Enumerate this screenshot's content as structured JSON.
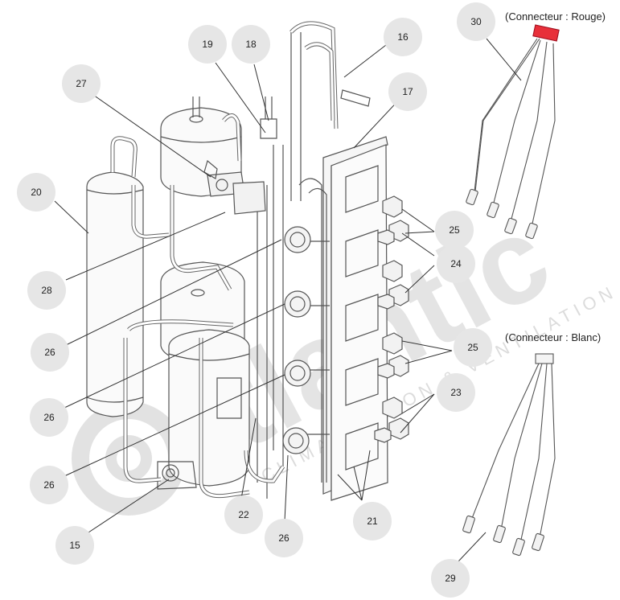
{
  "connectors": {
    "red_label": "(Connecteur : Rouge)",
    "white_label": "(Connecteur : Blanc)",
    "red_color": "#e8303a"
  },
  "watermark": {
    "brand": "atlantic",
    "tagline": "CLIMATISATION & VENTILATION",
    "color": "#d9d9d9"
  },
  "callouts": {
    "c15": "15",
    "c16": "16",
    "c17": "17",
    "c18": "18",
    "c19": "19",
    "c20": "20",
    "c21": "21",
    "c22": "22",
    "c23": "23",
    "c24": "24",
    "c25a": "25",
    "c25b": "25",
    "c26a": "26",
    "c26b": "26",
    "c26c": "26",
    "c26d": "26",
    "c27": "27",
    "c28": "28",
    "c29": "29",
    "c30": "30"
  },
  "drawing": {
    "line_color": "#4a4a4a",
    "callout_fill": "#e6e6e6"
  }
}
